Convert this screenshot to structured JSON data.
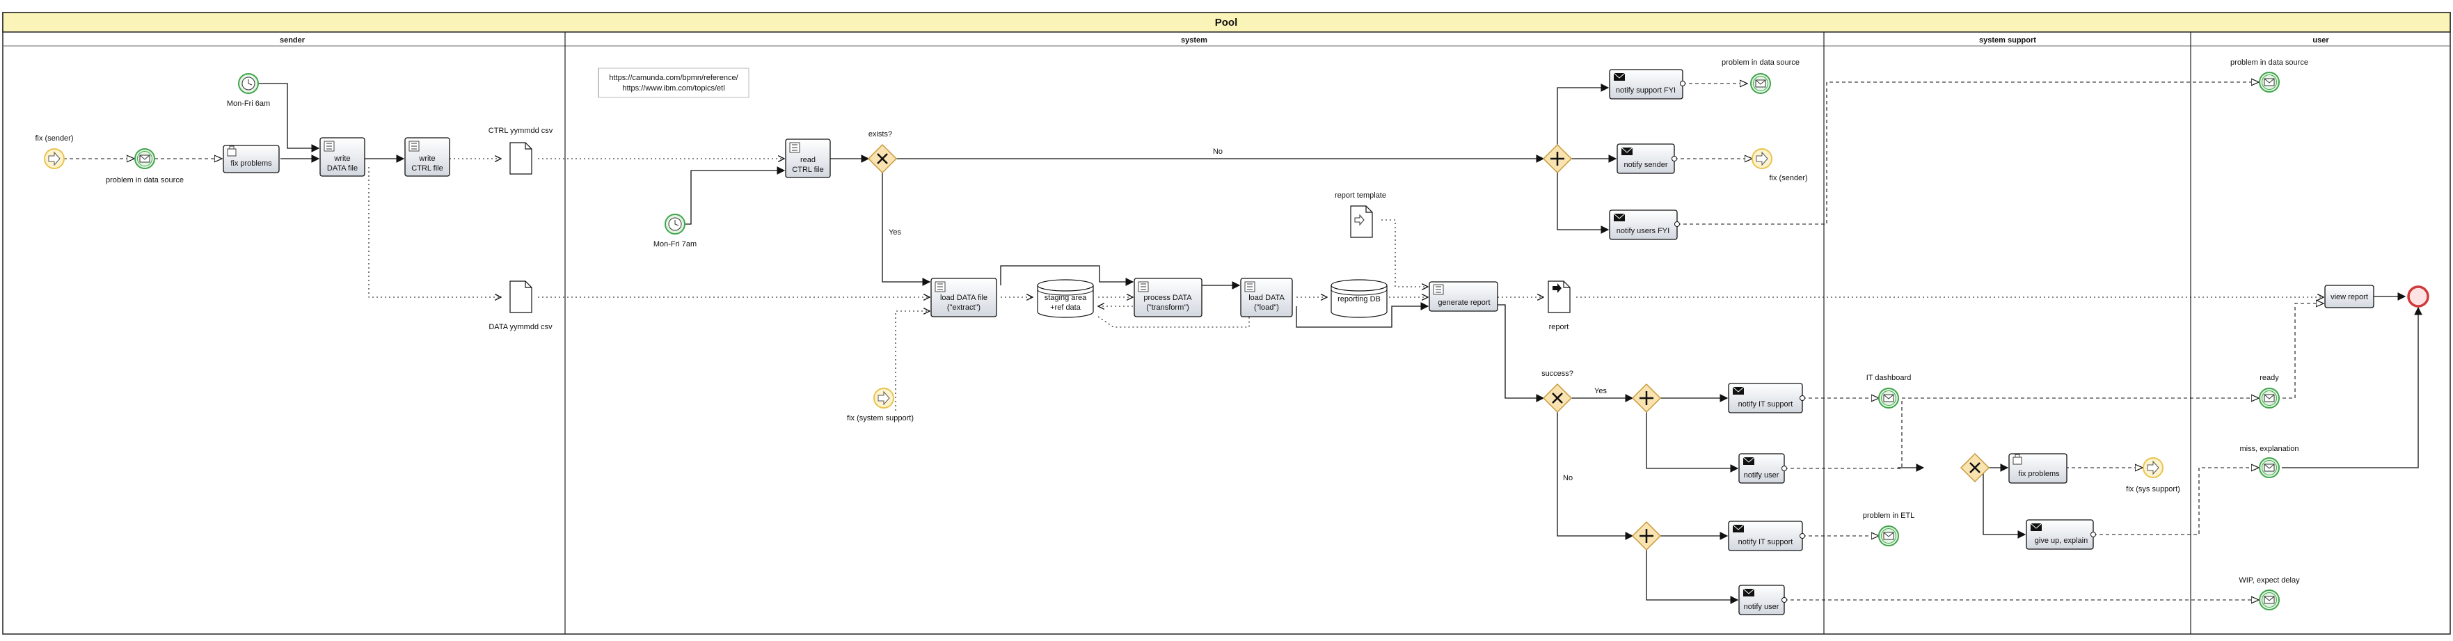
{
  "pool": {
    "title": "Pool",
    "lanes": [
      "sender",
      "system",
      "system support",
      "user"
    ]
  },
  "colors": {
    "pool_header": "#fbf4b9",
    "task_fill_top": "#ffffff",
    "task_fill_bottom": "#d3d8e0",
    "start_event": "#e8c34e",
    "start_event_fill": "#fdf3cf",
    "intermediate_event": "#3fa64a",
    "intermediate_event_fill": "#e5f4e5",
    "gateway_fill": "#f9e3b0",
    "gateway_stroke": "#c99a3a",
    "end_event": "#d03a3a",
    "end_event_fill": "#fde3e3"
  },
  "note": {
    "lines": [
      "https://camunda.com/bpmn/reference/",
      "https://www.ibm.com/topics/etl"
    ]
  },
  "events": {
    "fix_sender_start": "fix (sender)",
    "problem_in_data_source_recv": "problem in data source",
    "mon_fri_6am": "Mon-Fri 6am",
    "mon_fri_7am": "Mon-Fri 7am",
    "fix_system_support": "fix (system support)",
    "problem_in_data_source_system": "problem in data source",
    "fix_sender_end": "fix (sender)",
    "problem_in_data_source_user": "problem in data source",
    "it_dashboard": "IT dashboard",
    "problem_in_etl": "problem in ETL",
    "fix_sys_support": "fix (sys support)",
    "ready": "ready",
    "miss_explanation": "miss, explanation",
    "wip_expect_delay": "WIP, expect delay"
  },
  "tasks": {
    "fix_problems_sender": "fix problems",
    "write_data_file": [
      "write",
      "DATA file"
    ],
    "write_ctrl_file": [
      "write",
      "CTRL file"
    ],
    "read_ctrl_file": [
      "read",
      "CTRL file"
    ],
    "load_data_file": [
      "load DATA file",
      "(\"extract\")"
    ],
    "process_data": [
      "process DATA",
      "(\"transform\")"
    ],
    "load_data": [
      "load DATA",
      "(\"load\")"
    ],
    "generate_report": "generate report",
    "notify_support_fyi": "notify support FYI",
    "notify_sender": "notify sender",
    "notify_users_fyi": "notify users FYI",
    "notify_it_support_1": "notify IT support",
    "notify_user_1": "notify user",
    "notify_it_support_2": "notify IT support",
    "notify_user_2": "notify user",
    "fix_problems_support": "fix problems",
    "give_up_explain": "give up, explain",
    "view_report": "view report"
  },
  "data_objects": {
    "ctrl_file": "CTRL yymmdd csv",
    "data_file": "DATA yymmdd csv",
    "report_template": "report template",
    "report": "report"
  },
  "data_stores": {
    "staging_area": [
      "staging area",
      "+ref data"
    ],
    "reporting_db": "reporting DB"
  },
  "gateways": {
    "exists": "exists?",
    "success": "success?"
  },
  "flow_labels": {
    "no_exists": "No",
    "yes_exists": "Yes",
    "yes_success": "Yes",
    "no_success": "No"
  }
}
